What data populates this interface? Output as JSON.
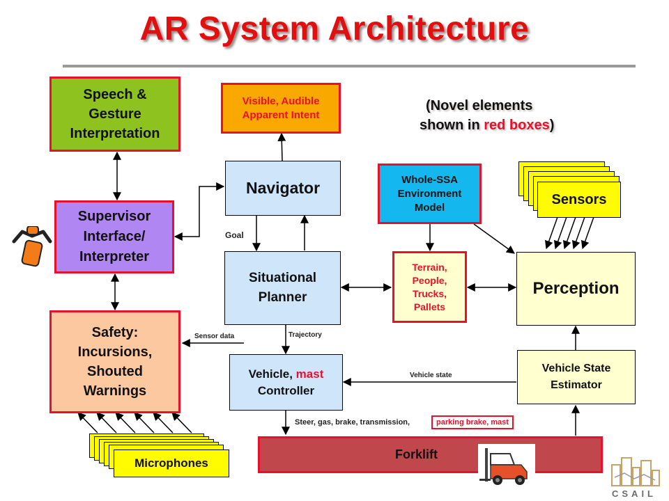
{
  "title": "AR System Architecture",
  "note": {
    "line1": "(Novel elements",
    "line2_pre": "shown in ",
    "line2_red": "red boxes",
    "line2_post": ")"
  },
  "boxes": {
    "speech": [
      "Speech &",
      "Gesture",
      "Interpretation"
    ],
    "supervisor": [
      "Supervisor",
      "Interface/",
      "Interpreter"
    ],
    "safety": [
      "Safety:",
      "Incursions,",
      "Shouted",
      "Warnings"
    ],
    "visible": [
      "Visible, Audible",
      "Apparent Intent"
    ],
    "navigator": "Navigator",
    "situational": [
      "Situational",
      "Planner"
    ],
    "vehicle_ctrl": {
      "pre": "Vehicle, ",
      "red": "mast",
      "line2": "Controller"
    },
    "whole_ssa": [
      "Whole-SSA",
      "Environment",
      "Model"
    ],
    "terrain": [
      "Terrain,",
      "People,",
      "Trucks,",
      "Pallets"
    ],
    "sensors": "Sensors",
    "perception": "Perception",
    "vse": [
      "Vehicle State",
      "Estimator"
    ],
    "forklift": "Forklift",
    "microphones": "Microphones"
  },
  "labels": {
    "goal": "Goal",
    "sensor_data": "Sensor data",
    "trajectory": "Trajectory",
    "vehicle_state": "Vehicle state",
    "steer": "Steer, gas, brake, transmission,",
    "parking": "parking brake, mast"
  },
  "logo": "CSAIL",
  "colors": {
    "accent_red": "#e8102a",
    "speech_green": "#8dc21f",
    "supervisor_purple": "#b086f2",
    "safety_peach": "#fbc8a0",
    "visible_orange": "#f9a800",
    "blue_box": "#cfe5fa",
    "whole_ssa_cyan": "#14b7ee",
    "cream": "#ffffcf",
    "forklift_red": "#c0474c",
    "sensor_yellow": "#fffb00"
  }
}
